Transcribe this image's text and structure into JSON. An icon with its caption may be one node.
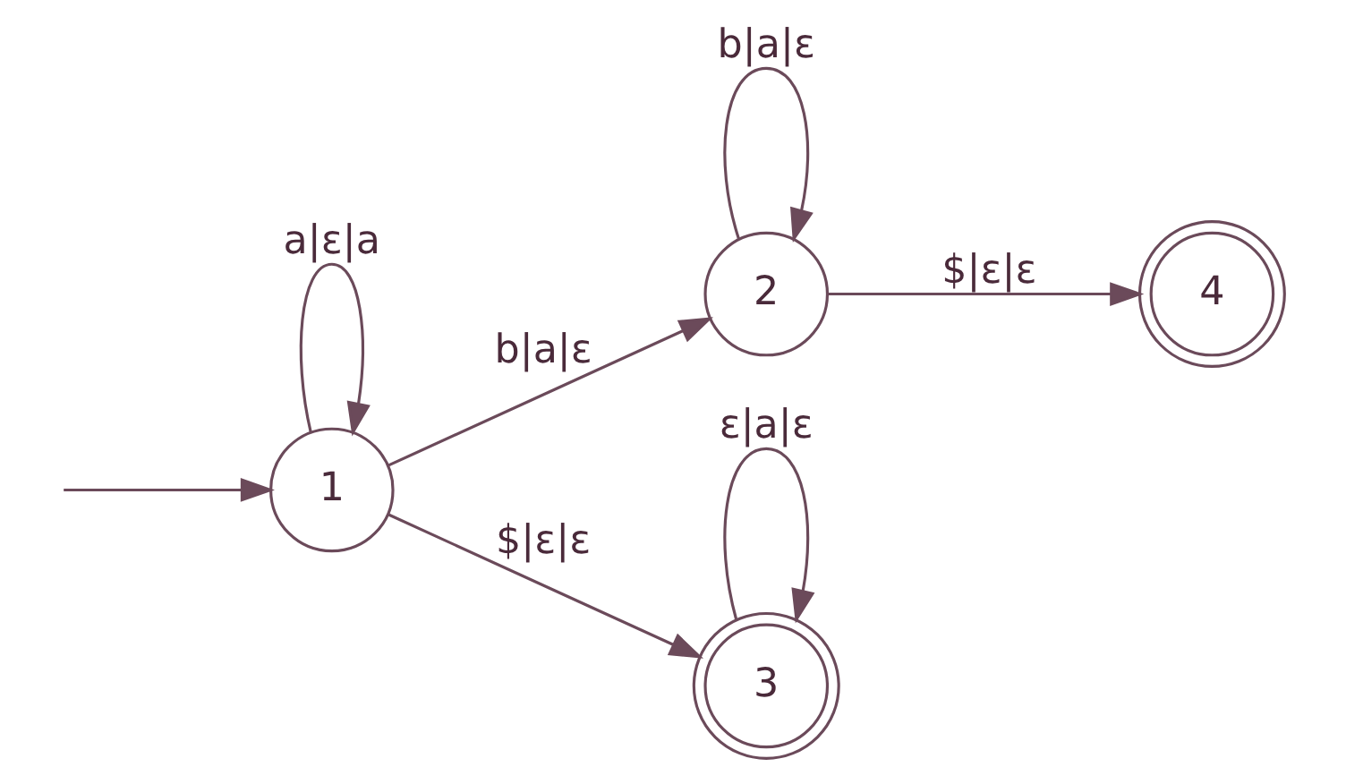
{
  "diagram": {
    "nodes": [
      {
        "text": [
          "1"
        ]
      },
      {
        "text": [
          "2"
        ]
      },
      {
        "text": [
          "4"
        ]
      },
      {
        "text": [
          "3"
        ]
      }
    ],
    "edges": [
      {
        "from": null,
        "to": 0,
        "arrow": "to"
      },
      {
        "from": 0,
        "to": 0,
        "arrow": "to",
        "label": "a|ε|a"
      },
      {
        "from": 0,
        "to": 1,
        "arrow": "to",
        "label": "b|a|ε"
      },
      {
        "from": 1,
        "to": 1,
        "arrow": "to",
        "label": "b|a|ε"
      },
      {
        "from": 1,
        "to": 2,
        "arrow": "to",
        "label": "$|ε|ε"
      },
      {
        "from": 0,
        "to": 3,
        "arrow": "to",
        "label": "$|ε|ε"
      },
      {
        "from": 3,
        "to": 3,
        "arrow": "to",
        "label": "ε|a|ε"
      }
    ]
  }
}
